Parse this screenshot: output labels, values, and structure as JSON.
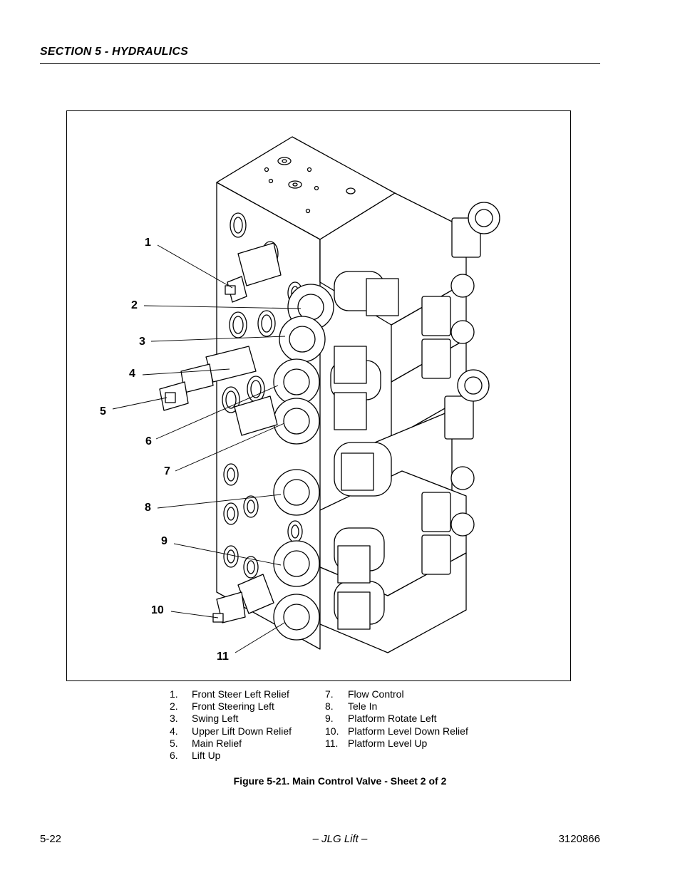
{
  "header": {
    "section": "SECTION 5 - HYDRAULICS"
  },
  "figure": {
    "callouts": [
      {
        "num": "1"
      },
      {
        "num": "2"
      },
      {
        "num": "3"
      },
      {
        "num": "4"
      },
      {
        "num": "5"
      },
      {
        "num": "6"
      },
      {
        "num": "7"
      },
      {
        "num": "8"
      },
      {
        "num": "9"
      },
      {
        "num": "10"
      },
      {
        "num": "11"
      }
    ],
    "caption": "Figure 5-21.  Main Control Valve - Sheet 2 of 2"
  },
  "legend": {
    "left": [
      {
        "num": "1.",
        "label": "Front Steer Left Relief"
      },
      {
        "num": "2.",
        "label": "Front Steering Left"
      },
      {
        "num": "3.",
        "label": "Swing Left"
      },
      {
        "num": "4.",
        "label": "Upper Lift Down Relief"
      },
      {
        "num": "5.",
        "label": "Main Relief"
      },
      {
        "num": "6.",
        "label": "Lift Up"
      }
    ],
    "right": [
      {
        "num": "7.",
        "label": "Flow Control"
      },
      {
        "num": "8.",
        "label": "Tele In"
      },
      {
        "num": "9.",
        "label": "Platform Rotate Left"
      },
      {
        "num": "10.",
        "label": "Platform Level Down Relief"
      },
      {
        "num": "11.",
        "label": "Platform Level Up"
      }
    ]
  },
  "footer": {
    "page": "5-22",
    "center": "– JLG Lift –",
    "doc_number": "3120866"
  }
}
